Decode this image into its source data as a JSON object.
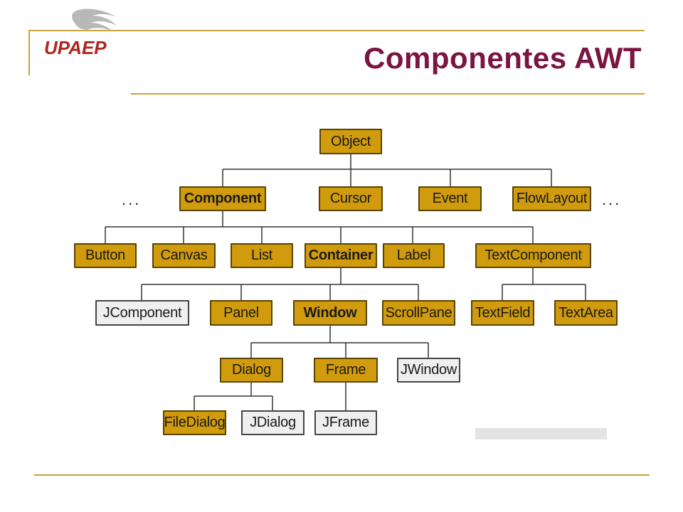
{
  "slide": {
    "title": "Componentes AWT",
    "logo_text": "UPAEP"
  },
  "colors": {
    "title": "#7a1541",
    "accent_line": "#c9a43b",
    "awt_node": "#d09b0c",
    "swing_node": "#efefef"
  },
  "hierarchy": {
    "root": "Object",
    "level1": [
      "Component",
      "Cursor",
      "Event",
      "FlowLayout"
    ],
    "level1_ellipsis": "...",
    "component_children": [
      "Button",
      "Canvas",
      "List",
      "Container",
      "Label",
      "TextComponent"
    ],
    "container_children": [
      "JComponent",
      "Panel",
      "Window",
      "ScrollPane"
    ],
    "textcomponent_children": [
      "TextField",
      "TextArea"
    ],
    "window_children": [
      "Dialog",
      "Frame",
      "JWindow"
    ],
    "dialog_children": [
      "FileDialog",
      "JDialog"
    ],
    "frame_children": [
      "JFrame"
    ]
  }
}
